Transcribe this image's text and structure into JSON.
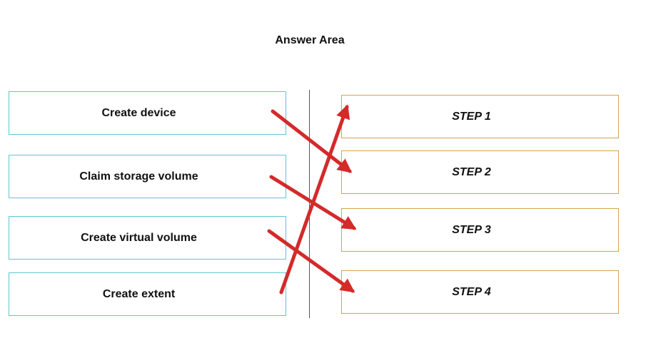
{
  "title": "Answer Area",
  "source_items": [
    {
      "label": "Create device"
    },
    {
      "label": "Claim storage volume"
    },
    {
      "label": "Create virtual volume"
    },
    {
      "label": "Create extent"
    }
  ],
  "target_items": [
    {
      "label": "STEP 1"
    },
    {
      "label": "STEP 2"
    },
    {
      "label": "STEP 3"
    },
    {
      "label": "STEP 4"
    }
  ],
  "colors": {
    "source_border": "#5fc6d3",
    "target_border": "#d4a54a",
    "arrow": "#d42a2a"
  }
}
